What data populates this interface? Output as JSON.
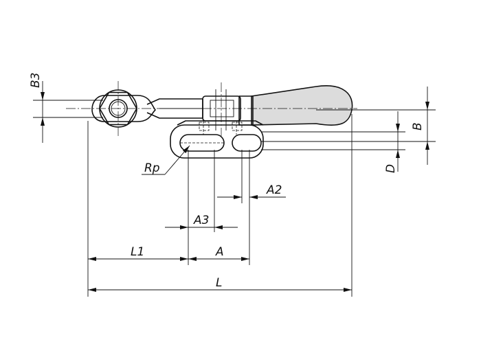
{
  "colors": {
    "line": "#111111",
    "handle_fill": "#dcdcdc",
    "background": "#ffffff"
  },
  "labels": {
    "B3": "B3",
    "B": "B",
    "D": "D",
    "Rp": "Rp",
    "A2": "A2",
    "A3": "A3",
    "L1": "L1",
    "A": "A",
    "L": "L"
  }
}
